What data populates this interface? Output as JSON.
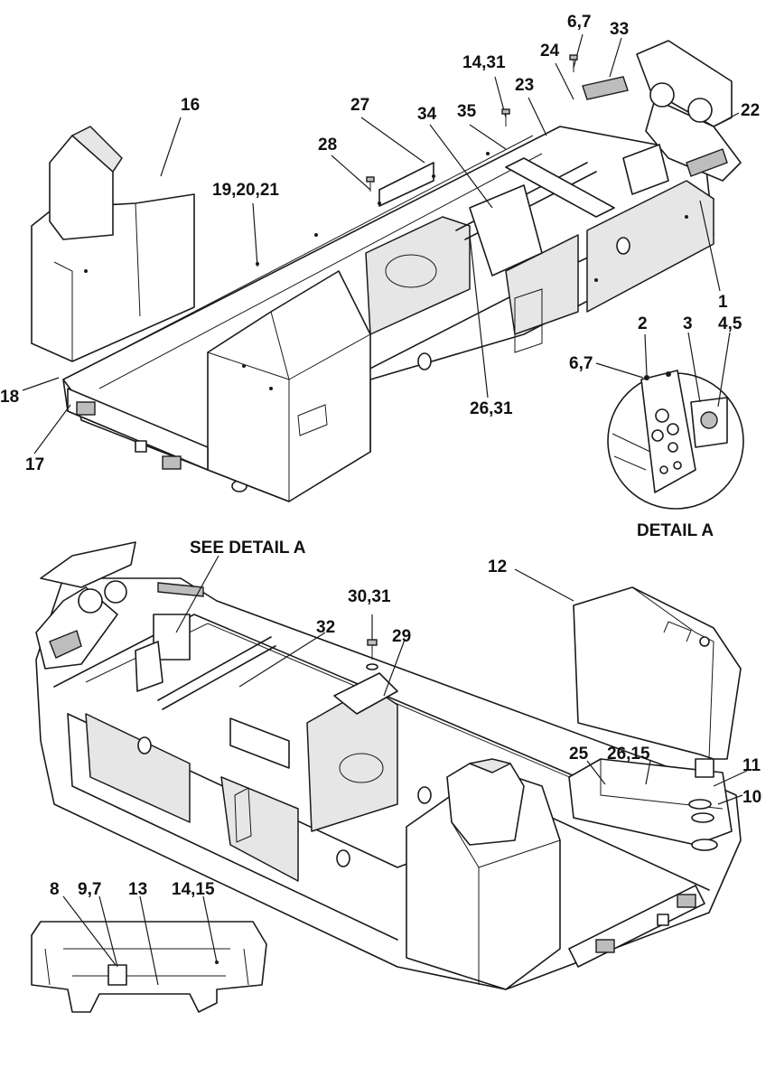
{
  "callouts_top": [
    "16",
    "27",
    "28",
    "19,20,21",
    "34",
    "35",
    "14,31",
    "23",
    "24",
    "6,7",
    "33",
    "22",
    "1",
    "18",
    "17",
    "26,31",
    "2",
    "3",
    "4,5",
    "6,7"
  ],
  "callouts_bottom": [
    "12",
    "30,31",
    "29",
    "32",
    "25",
    "26,15",
    "11",
    "10",
    "8",
    "9,7",
    "13",
    "14,15"
  ],
  "labels": {
    "detail_a": "DETAIL A",
    "see_detail_a": "SEE DETAIL A"
  }
}
